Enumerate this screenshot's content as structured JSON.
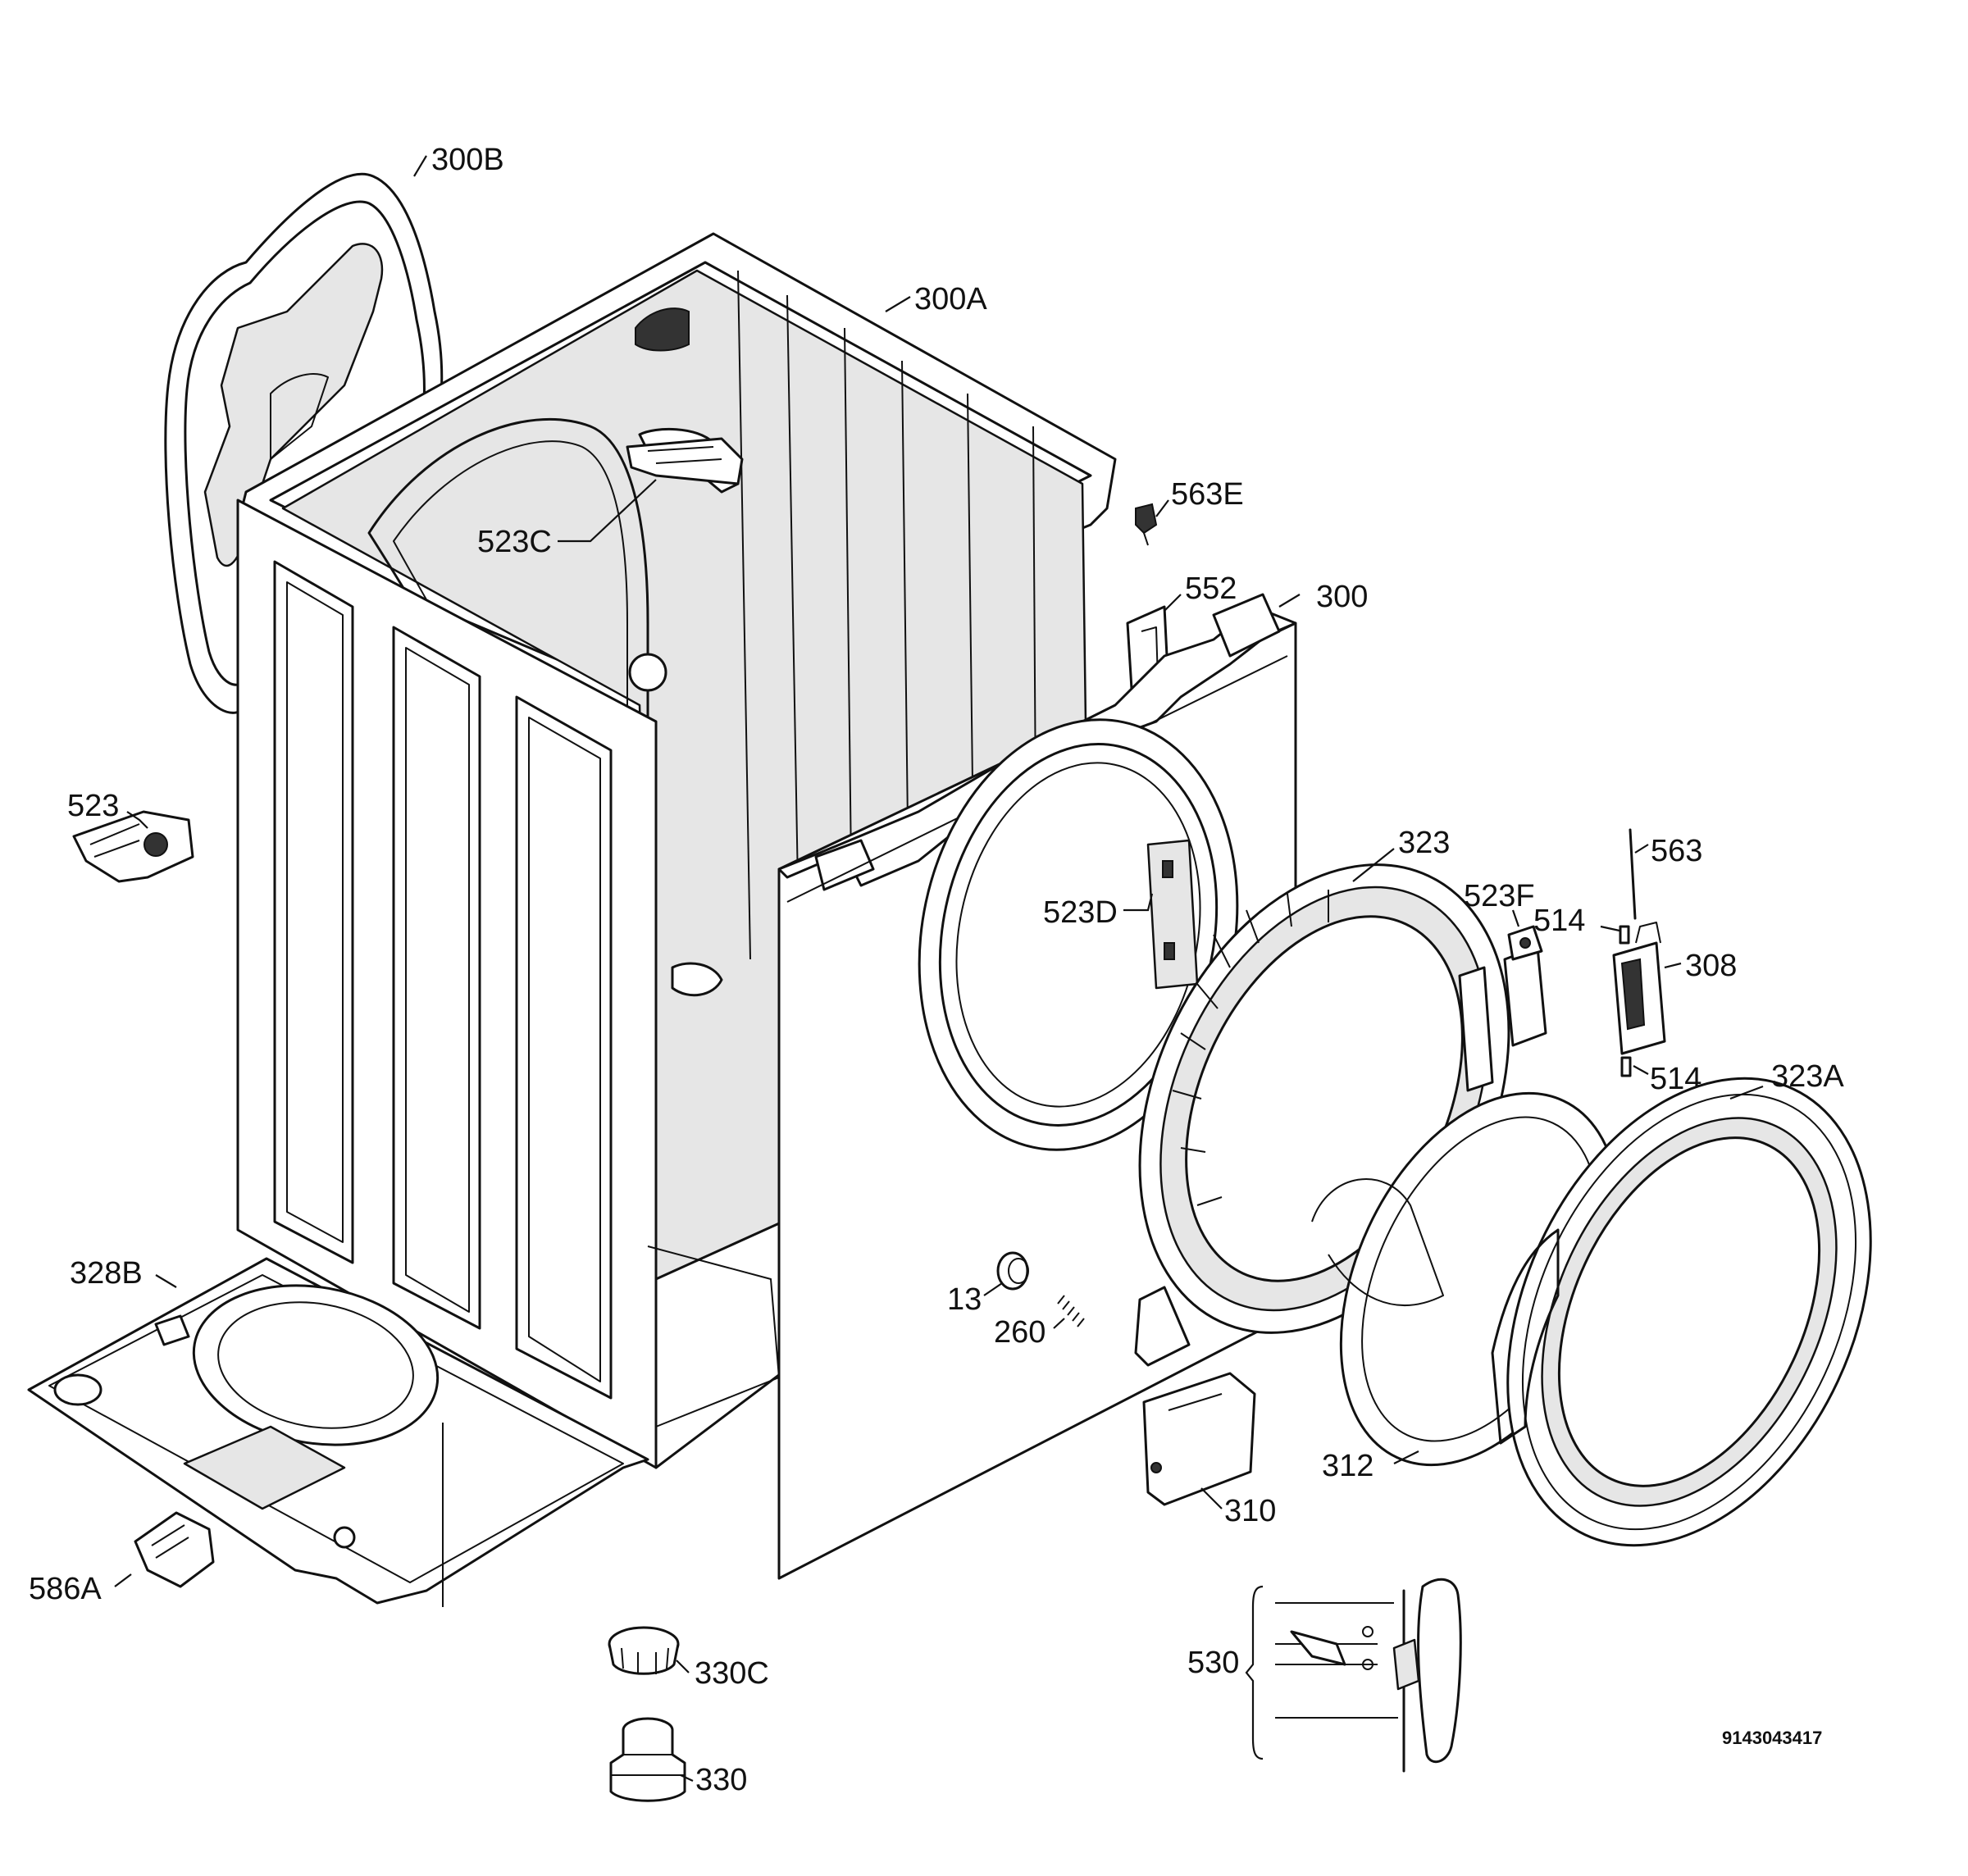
{
  "diagram_code": "9143043417",
  "colors": {
    "line": "#111111",
    "background": "#ffffff",
    "shade": "#e6e6e6"
  },
  "labels": {
    "300B": "300B",
    "300A": "300A",
    "563E": "563E",
    "523C": "523C",
    "552": "552",
    "300": "300",
    "523": "523",
    "323": "323",
    "523D": "523D",
    "523F": "523F",
    "563": "563",
    "514a": "514",
    "308": "308",
    "514b": "514",
    "323A": "323A",
    "328B": "328B",
    "13": "13",
    "260": "260",
    "312": "312",
    "310": "310",
    "586A": "586A",
    "330C": "330C",
    "530": "530",
    "330": "330"
  }
}
